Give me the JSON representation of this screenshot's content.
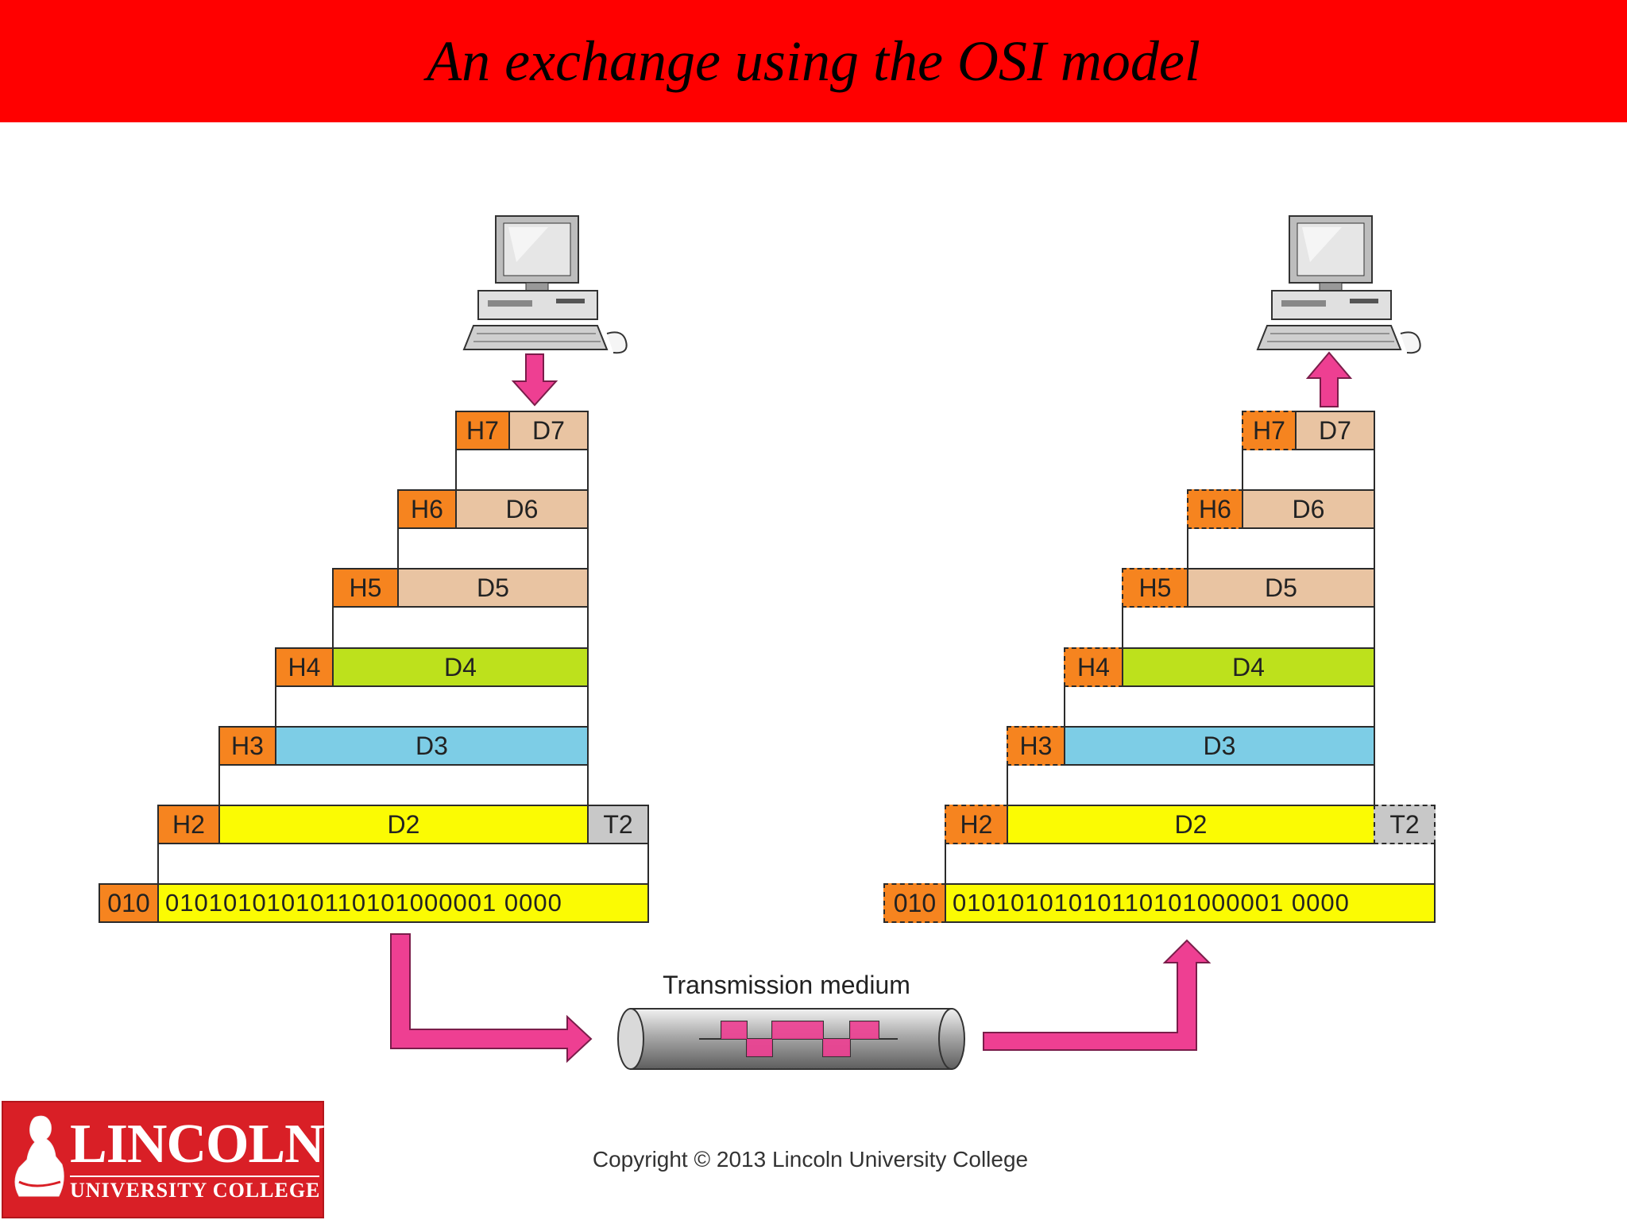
{
  "title": "An exchange using the OSI model",
  "colors": {
    "title_bar": "#ff0000",
    "header": "#f6841f",
    "layer7_6_5_data": "#e9c4a2",
    "layer4_data": "#bde11c",
    "layer3_data": "#7dcde6",
    "layer2_data": "#fbfb03",
    "trailer": "#c8c8c8",
    "arrow": "#ee3f92"
  },
  "sender": {
    "h7": "H7",
    "d7": "D7",
    "h6": "H6",
    "d6": "D6",
    "h5": "H5",
    "d5": "D5",
    "h4": "H4",
    "d4": "D4",
    "h3": "H3",
    "d3": "D3",
    "h2": "H2",
    "d2": "D2",
    "t2": "T2",
    "bits_prefix": "010",
    "bits": "01010101010110101000001 0000"
  },
  "receiver": {
    "h7": "H7",
    "d7": "D7",
    "h6": "H6",
    "d6": "D6",
    "h5": "H5",
    "d5": "D5",
    "h4": "H4",
    "d4": "D4",
    "h3": "H3",
    "d3": "D3",
    "h2": "H2",
    "d2": "D2",
    "t2": "T2",
    "bits_prefix": "010",
    "bits": "01010101010110101000001 0000"
  },
  "medium_label": "Transmission medium",
  "logo": {
    "name": "LINCOLN",
    "sub": "UNIVERSITY COLLEGE"
  },
  "copyright": "Copyright © 2013 Lincoln University College"
}
